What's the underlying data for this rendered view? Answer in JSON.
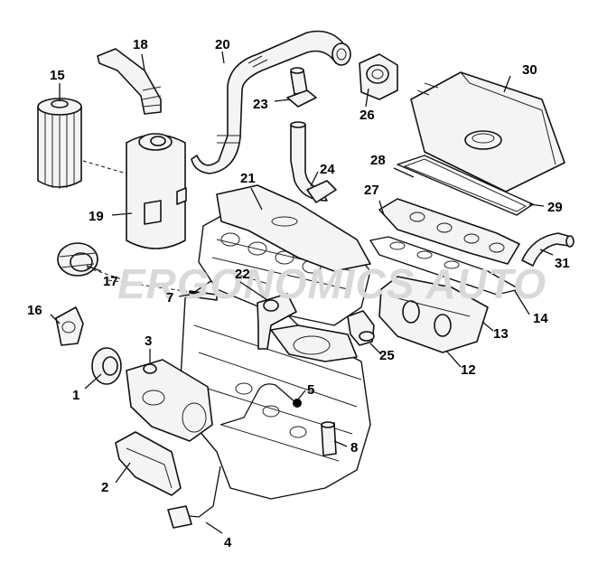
{
  "watermark": {
    "text": "ERGONOMICS AUTO"
  },
  "callouts": {
    "c1": "1",
    "c2": "2",
    "c3": "3",
    "c4": "4",
    "c5": "5",
    "c7": "7",
    "c8": "8",
    "c12": "12",
    "c13": "13",
    "c14": "14",
    "c15": "15",
    "c16": "16",
    "c17": "17",
    "c18": "18",
    "c19": "19",
    "c20": "20",
    "c21": "21",
    "c22": "22",
    "c23": "23",
    "c24": "24",
    "c25": "25",
    "c26": "26",
    "c27": "27",
    "c28": "28",
    "c29": "29",
    "c30": "30",
    "c31": "31"
  },
  "colors": {
    "line": "#111111",
    "fill": "#f4f4f4",
    "watermark": "#d9d9d9"
  }
}
